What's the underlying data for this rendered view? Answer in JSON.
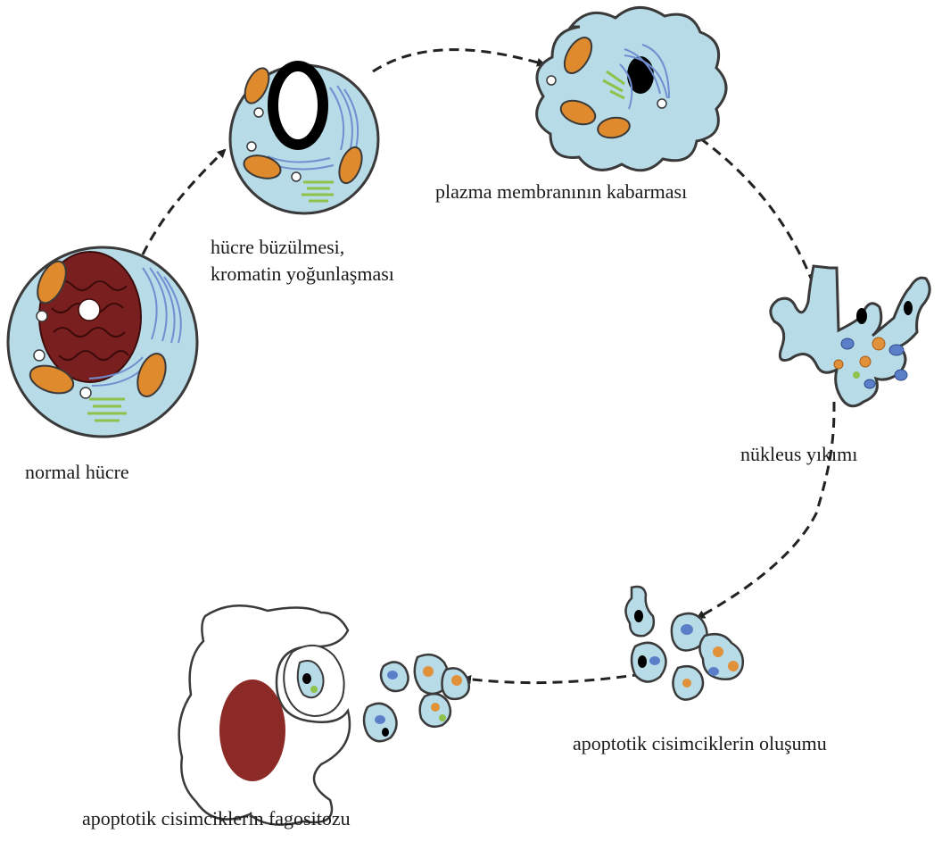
{
  "stages": {
    "normal_cell": "normal hücre",
    "shrinkage_line1": "hücre büzülmesi,",
    "shrinkage_line2": "kromatin yoğunlaşması",
    "blebbing": "plazma membranının kabarması",
    "nuclear_breakdown": "nükleus yıkımı",
    "apoptotic_bodies": "apoptotik cisimciklerin oluşumu",
    "phagocytosis": "apoptotik cisimciklerin fagositozu"
  },
  "colors": {
    "cytoplasm": "#b8dbe8",
    "outline": "#3a3a3a",
    "mitochondria": "#e08a2e",
    "golgi_er": "#6f8fd0",
    "golgi_green": "#8ec24a",
    "nucleus_normal": "#7a1f1f",
    "phagocyte_nucleus": "#8b2a27",
    "condensed_chromatin": "#000000",
    "fragment_blue": "#5a7fc8",
    "fragment_orange": "#e0913a"
  }
}
